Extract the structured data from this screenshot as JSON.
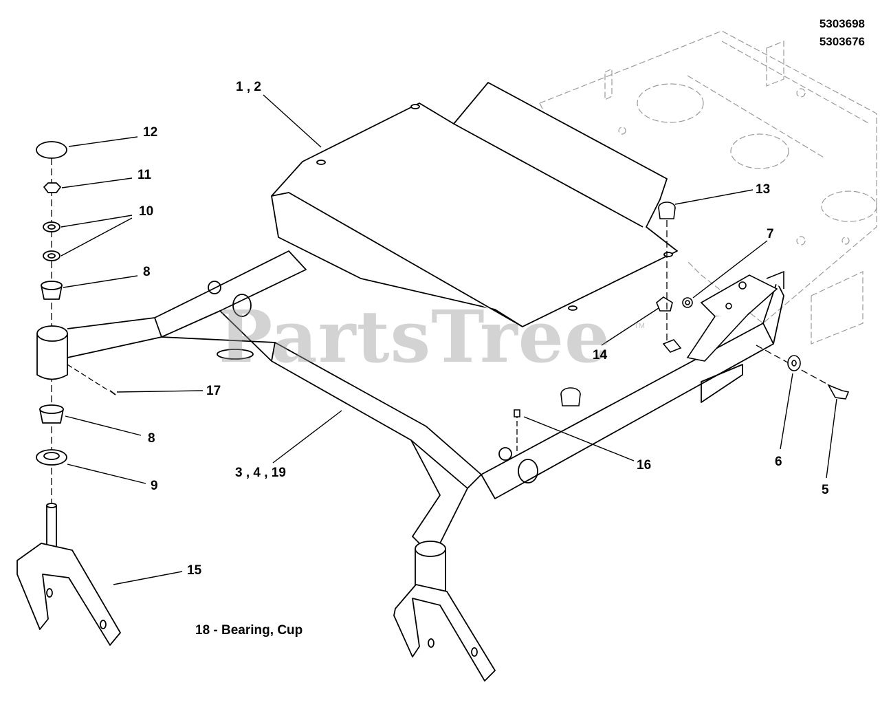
{
  "part_numbers": [
    "5303698",
    "5303676"
  ],
  "watermark": {
    "brand": "PartsTree",
    "trademark": "TM"
  },
  "note": "18 - Bearing, Cup",
  "callouts": [
    {
      "id": "c12",
      "label": "12"
    },
    {
      "id": "c11",
      "label": "11"
    },
    {
      "id": "c10",
      "label": "10"
    },
    {
      "id": "c8a",
      "label": "8"
    },
    {
      "id": "c17",
      "label": "17"
    },
    {
      "id": "c8b",
      "label": "8"
    },
    {
      "id": "c9",
      "label": "9"
    },
    {
      "id": "c15",
      "label": "15"
    },
    {
      "id": "c12b",
      "label": "1 , 2"
    },
    {
      "id": "c3",
      "label": "3 , 4 , 19"
    },
    {
      "id": "c13",
      "label": "13"
    },
    {
      "id": "c7",
      "label": "7"
    },
    {
      "id": "c14",
      "label": "14"
    },
    {
      "id": "c16",
      "label": "16"
    },
    {
      "id": "c6",
      "label": "6"
    },
    {
      "id": "c5",
      "label": "5"
    }
  ],
  "colors": {
    "line": "#000000",
    "ghost": "#9a9a9a",
    "watermark": "#969696"
  }
}
